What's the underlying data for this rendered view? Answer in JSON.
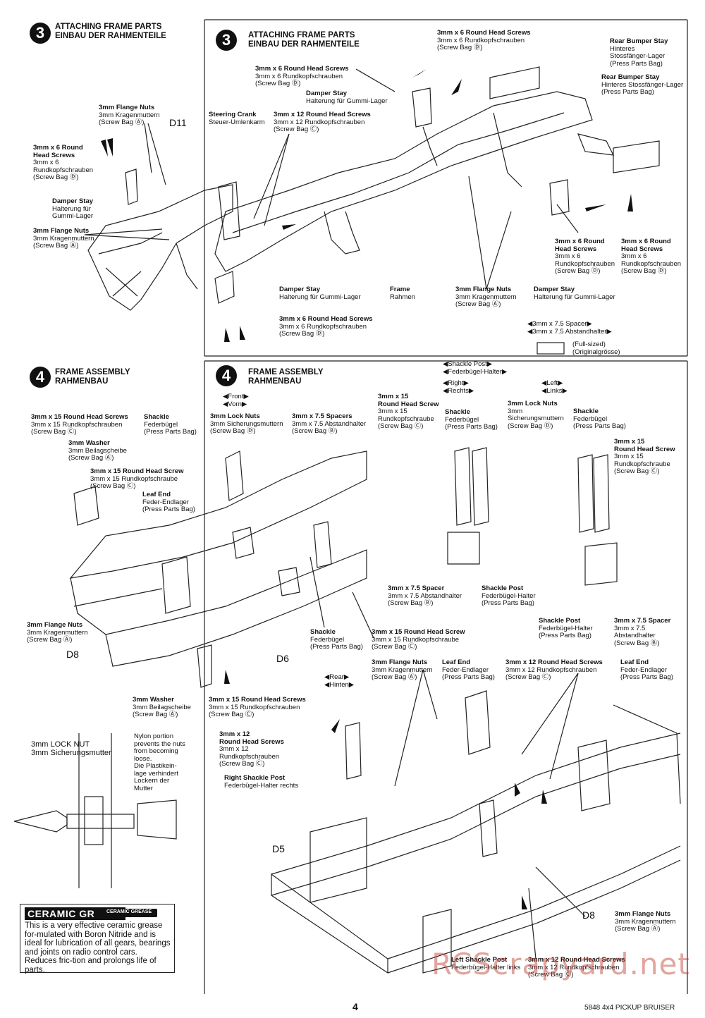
{
  "step3_left": {
    "number": "3",
    "title_en": "ATTACHING FRAME PARTS",
    "title_de": "EINBAU DER RAHMENTEILE"
  },
  "step3_main": {
    "number": "3",
    "title_en": "ATTACHING FRAME PARTS",
    "title_de": "EINBAU DER RAHMENTEILE"
  },
  "step4_left": {
    "number": "4",
    "title_en": "FRAME ASSEMBLY",
    "title_de": "RAHMENBAU"
  },
  "step4_main": {
    "number": "4",
    "title_en": "FRAME ASSEMBLY",
    "title_de": "RAHMENBAU"
  },
  "s3": {
    "flange_top": {
      "en": "3mm Flange Nuts",
      "de": "3mm Kragenmuttern",
      "bag": "(Screw Bag Ⓐ)"
    },
    "d11": "D11",
    "screw6_left": {
      "en1": "3mm x 6 Round",
      "en2": "Head Screws",
      "de1": "3mm x 6",
      "de2": "Rundkopfschrauben",
      "bag": "(Screw Bag Ⓓ)"
    },
    "damper_left": {
      "en": "Damper Stay",
      "de1": "Halterung für",
      "de2": "Gummi-Lager"
    },
    "flange_mid": {
      "en": "3mm Flange Nuts",
      "de": "3mm Kragenmuttern",
      "bag": "(Screw Bag Ⓐ)"
    },
    "steering": {
      "en": "Steering Crank",
      "de": "Steuer-Umlenkarm"
    },
    "screw12": {
      "en": "3mm x 12 Round Head Screws",
      "de": "3mm x 12 Rundkopfschrauben",
      "bag": "(Screw Bag Ⓒ)"
    },
    "screw6_top": {
      "en": "3mm x 6 Round Head Screws",
      "de": "3mm x 6 Rundkopfschrauben",
      "bag": "(Screw Bag Ⓓ)"
    },
    "damper_top": {
      "en": "Damper Stay",
      "de": "Halterung für Gummi-Lager"
    },
    "screw6_topright": {
      "en": "3mm x 6 Round Head Screws",
      "de": "3mm x 6 Rundkopfschrauben",
      "bag": "(Screw Bag Ⓓ)"
    },
    "rear_bumper1": {
      "en": "Rear Bumper Stay",
      "de1": "Hinteres",
      "de2": "Stossfänger-Lager",
      "bag": "(Press Parts Bag)"
    },
    "rear_bumper2": {
      "en": "Rear Bumper Stay",
      "de": "Hinteres Stossfänger-Lager",
      "bag": "(Press Parts Bag)"
    },
    "screw6_r1": {
      "en1": "3mm x 6 Round",
      "en2": "Head Screws",
      "de1": "3mm x 6",
      "de2": "Rundkopfschrauben",
      "bag": "(Screw Bag Ⓓ)"
    },
    "screw6_r2": {
      "en1": "3mm x 6 Round",
      "en2": "Head Screws",
      "de1": "3mm x 6",
      "de2": "Rundkopfschrauben",
      "bag": "(Screw Bag Ⓓ)"
    },
    "damper_bottom": {
      "en": "Damper Stay",
      "de": "Halterung für Gummi-Lager"
    },
    "screw6_bottom": {
      "en": "3mm x 6 Round Head Screws",
      "de": "3mm x 6 Rundkopfschrauben",
      "bag": "(Screw Bag Ⓓ)"
    },
    "frame": {
      "en": "Frame",
      "de": "Rahmen"
    },
    "flange_bottom": {
      "en": "3mm Flange Nuts",
      "de": "3mm Kragenmuttern",
      "bag": "(Screw Bag Ⓐ)"
    },
    "damper_bottomright": {
      "en": "Damper Stay",
      "de": "Halterung für Gummi-Lager"
    },
    "spacer_note": {
      "en": "◀3mm x 7.5 Spacer▶",
      "de": "◀3mm x 7.5 Abstandhalter▶",
      "full": "(Full-sized)",
      "orig": "(Originalgrösse)"
    }
  },
  "s4": {
    "front": {
      "en": "◀Front▶",
      "de": "◀Vorn▶"
    },
    "screw15_l": {
      "en": "3mm x 15 Round Head Screws",
      "de": "3mm x 15 Rundkopfschrauben",
      "bag": "(Screw Bag Ⓒ)"
    },
    "shackle_l": {
      "en": "Shackle",
      "de": "Federbügel",
      "bag": "(Press Parts Bag)"
    },
    "washer": {
      "en": "3mm Washer",
      "de": "3mm Beilagscheibe",
      "bag": "(Screw Bag Ⓐ)"
    },
    "screw15_l2": {
      "en": "3mm x 15 Round Head Screw",
      "de": "3mm x 15 Rundkopfschraube",
      "bag": "(Screw Bag Ⓒ)"
    },
    "leafend_l": {
      "en": "Leaf End",
      "de": "Feder-Endlager",
      "bag": "(Press Parts Bag)"
    },
    "lock_nuts": {
      "en": "3mm Lock Nuts",
      "de": "3mm Sicherungsmuttern",
      "bag": "(Screw Bag Ⓓ)"
    },
    "spacers": {
      "en": "3mm x 7.5 Spacers",
      "de": "3mm x 7.5 Abstandhalter",
      "bag": "(Screw Bag Ⓑ)"
    },
    "flange_l": {
      "en": "3mm Flange Nuts",
      "de": "3mm Kragenmuttern",
      "bag": "(Screw Bag Ⓐ)"
    },
    "d8a": "D8",
    "d6": "D6",
    "shackle_m": {
      "en": "Shackle",
      "de": "Federbügel",
      "bag": "(Press Parts Bag)"
    },
    "screw15_m": {
      "en": "3mm x 15 Round Head Screw",
      "de": "3mm x 15 Rundkopfschraube",
      "bag": "(Screw Bag Ⓒ)"
    },
    "washer2": {
      "en": "3mm Washer",
      "de": "3mm Beilagscheibe",
      "bag": "(Screw Bag Ⓐ)"
    },
    "screw15_bot": {
      "en": "3mm x 15 Round Head Screws",
      "de": "3mm x 15 Rundkopfschrauben",
      "bag": "(Screw Bag Ⓒ)"
    },
    "shackle_post_hdr": {
      "en": "◀Shackle Post▶",
      "de": "◀Federbügel-Halter▶"
    },
    "right": {
      "en": "◀Right▶",
      "de": "◀Rechts▶"
    },
    "left": {
      "en": "◀Left▶",
      "de": "◀Links▶"
    },
    "screw15_r": {
      "en1": "3mm x 15",
      "en2": "Round Head Screw",
      "de1": "3mm x 15",
      "de2": "Rundkopfschraube",
      "bag": "(Screw Bag Ⓒ)"
    },
    "shackle_r": {
      "en": "Shackle",
      "de": "Federbügel",
      "bag": "(Press Parts Bag)"
    },
    "locknut_r": {
      "en1": "3mm Lock Nuts",
      "en2": "3mm",
      "de": "Sicherungsmuttern",
      "bag": "(Screw Bag Ⓓ)"
    },
    "shackle_rr": {
      "en": "Shackle",
      "de": "Federbügel",
      "bag": "(Press Parts Bag)"
    },
    "screw15_rr": {
      "en1": "3mm x 15",
      "en2": "Round Head Screw",
      "de1": "3mm x 15",
      "de2": "Rundkopfschraube",
      "bag": "(Screw Bag Ⓒ)"
    },
    "spacer_r": {
      "en": "3mm x 7.5 Spacer",
      "de": "3mm x 7.5 Abstandhalter",
      "bag": "(Screw Bag Ⓑ)"
    },
    "shackle_post_r": {
      "en": "Shackle Post",
      "de": "Federbügel-Halter",
      "bag": "(Press Parts Bag)"
    },
    "shackle_post_rr": {
      "en": "Shackle Post",
      "de": "Federbügel-Halter",
      "bag": "(Press Parts Bag)"
    },
    "spacer_rr": {
      "en": "3mm x 7.5 Spacer",
      "de1": "3mm x 7.5",
      "de2": "Abstandhalter",
      "bag": "(Screw Bag Ⓑ)"
    },
    "rear": {
      "en": "◀Rear▶",
      "de": "◀Hinten▶"
    },
    "flange_rear": {
      "en": "3mm Flange Nuts",
      "de": "3mm Kragenmuttern",
      "bag": "(Screw Bag Ⓐ)"
    },
    "leafend_rear": {
      "en": "Leaf End",
      "de": "Feder-Endlager",
      "bag": "(Press Parts Bag)"
    },
    "screw12_rear": {
      "en": "3mm x 12 Round Head Screws",
      "de": "3mm x 12 Rundkopfschrauben",
      "bag": "(Screw Bag Ⓒ)"
    },
    "leafend_rear2": {
      "en": "Leaf End",
      "de": "Feder-Endlager",
      "bag": "(Press Parts Bag)"
    },
    "screw12_left": {
      "en1": "3mm x 12",
      "en2": "Round Head Screws",
      "de1": "3mm x 12",
      "de2": "Rundkopfschrauben",
      "bag": "(Screw Bag Ⓒ)"
    },
    "rsp": {
      "en": "Right Shackle Post",
      "de": "Federbügel-Halter rechts"
    },
    "d5": "D5",
    "d8b": "D8",
    "flange_br": {
      "en": "3mm Flange Nuts",
      "de": "3mm Kragenmuttern",
      "bag": "(Screw Bag Ⓐ)"
    },
    "lsp": {
      "en": "Left Shackle Post",
      "de": "Federbügel-Halter links"
    },
    "screw12_br": {
      "en": "3mm x 12 Round Head Screws",
      "de": "3mm x 12 Rundkopfschrauben",
      "bag": "(Screw Bag Ⓒ)"
    }
  },
  "locknut": {
    "en": "3mm LOCK NUT",
    "de": "3mm Sicherungsmutter",
    "nylon": [
      "Nylon portion",
      "prevents the nuts",
      "from becoming",
      "loose.",
      "Die Plastikein-",
      "lage verhindert",
      "Lockern der",
      "Mutter"
    ]
  },
  "grease": {
    "logo": "CERAMIC GREASE",
    "tube": "CERAMIC GREASE",
    "text": "This is a very effective ceramic grease for-mulated with Boron Nitride and is ideal for lubrication of all gears, bearings and joints on radio control cars. Reduces fric-tion and prolongs life of parts."
  },
  "watermark": "RCScrapyard.net",
  "page_number": "4",
  "footer": "5848    4x4 PICKUP BRUISER"
}
